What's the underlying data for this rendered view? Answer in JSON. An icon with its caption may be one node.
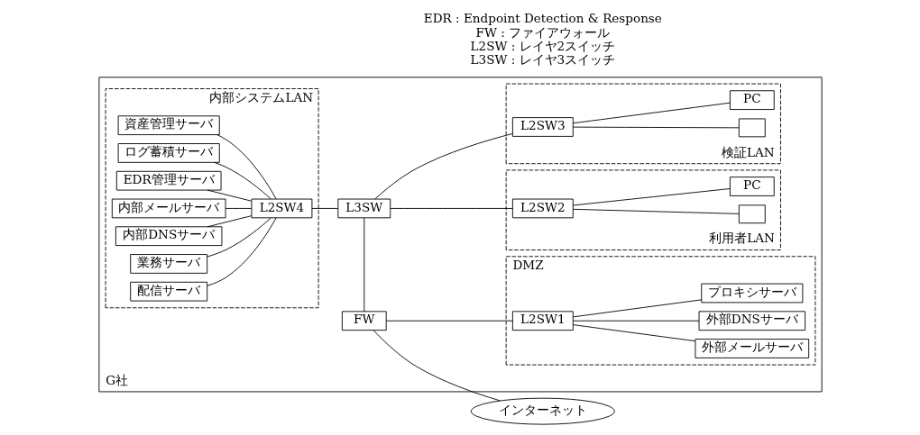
{
  "diagram": {
    "nodes": [
      {
        "text": [
          "インターネット"
        ]
      },
      {
        "text": [
          "G社"
        ]
      },
      {
        "text": [
          "内部システムLAN"
        ],
        "in": 1
      },
      {
        "text": [
          "資産管理サーバ"
        ],
        "in": 2
      },
      {
        "text": [
          "ログ蓄積サーバ"
        ],
        "in": 2
      },
      {
        "text": [
          "EDR管理サーバ"
        ],
        "in": 2
      },
      {
        "text": [
          "内部メールサーバ"
        ],
        "in": 2
      },
      {
        "text": [
          "内部DNSサーバ"
        ],
        "in": 2
      },
      {
        "text": [
          "業務サーバ"
        ],
        "in": 2
      },
      {
        "text": [
          "配信サーバ"
        ],
        "in": 2
      },
      {
        "text": [
          "L2SW4"
        ],
        "in": 2
      },
      {
        "text": [
          "FW"
        ],
        "in": 1
      },
      {
        "text": [
          "L3SW"
        ],
        "in": 1
      },
      {
        "text": [
          "DMZ"
        ],
        "in": 1
      },
      {
        "text": [
          "L2SW1"
        ],
        "in": 13
      },
      {
        "text": [
          "外部メールサーバ"
        ],
        "in": 13
      },
      {
        "text": [
          "外部DNSサーバ"
        ],
        "in": 13
      },
      {
        "text": [
          "プロキシサーバ"
        ],
        "in": 13
      },
      {
        "text": [
          "利用者LAN"
        ],
        "in": 1
      },
      {
        "text": [
          "L2SW2"
        ],
        "in": 18
      },
      {
        "text": [],
        "shape": "box",
        "in": 18
      },
      {
        "text": [
          "PC"
        ],
        "in": 18
      },
      {
        "text": [
          "検証LAN"
        ],
        "in": 1
      },
      {
        "text": [
          "L2SW3"
        ],
        "in": 22
      },
      {
        "text": [],
        "shape": "box",
        "in": 22
      },
      {
        "text": [
          "PC"
        ],
        "in": 22
      }
    ],
    "edges": [
      {
        "from": 0,
        "to": 11,
        "arrow": "none"
      },
      {
        "from": 11,
        "to": 14,
        "arrow": "none"
      },
      {
        "from": 14,
        "to": 15,
        "arrow": "none"
      },
      {
        "from": 14,
        "to": 16,
        "arrow": "none"
      },
      {
        "from": 14,
        "to": 17,
        "arrow": "none"
      },
      {
        "from": 11,
        "to": 12,
        "arrow": "none"
      },
      {
        "from": 12,
        "to": 10,
        "arrow": "none"
      },
      {
        "from": 10,
        "to": 3,
        "arrow": "none"
      },
      {
        "from": 10,
        "to": 4,
        "arrow": "none"
      },
      {
        "from": 10,
        "to": 5,
        "arrow": "none"
      },
      {
        "from": 10,
        "to": 6,
        "arrow": "none"
      },
      {
        "from": 10,
        "to": 7,
        "arrow": "none"
      },
      {
        "from": 10,
        "to": 8,
        "arrow": "none"
      },
      {
        "from": 10,
        "to": 9,
        "arrow": "none"
      },
      {
        "from": 12,
        "to": 19,
        "arrow": "none"
      },
      {
        "from": 19,
        "to": 20,
        "arrow": "none"
      },
      {
        "from": 19,
        "to": 21,
        "arrow": "none"
      },
      {
        "from": 12,
        "to": 23,
        "arrow": "none"
      },
      {
        "from": 23,
        "to": 24,
        "arrow": "none"
      },
      {
        "from": 23,
        "to": 25,
        "arrow": "none"
      }
    ],
    "labels": [
      "EDR : Endpoint Detection & Response",
      "FW : ファイアウォール",
      "L2SW : レイヤ2スイッチ",
      "L3SW : レイヤ3スイッチ"
    ]
  }
}
